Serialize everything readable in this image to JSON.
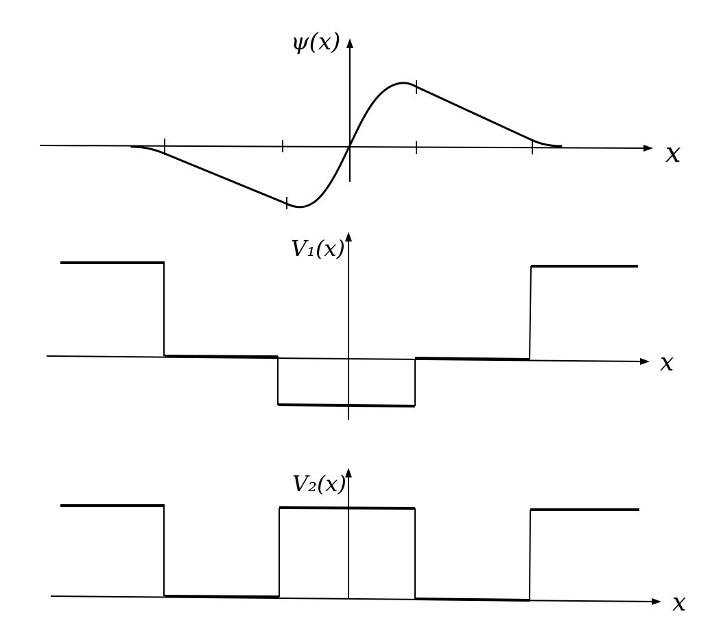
{
  "panels": {
    "psi": {
      "ylabel": "ψ(x)",
      "xlabel": "x"
    },
    "v1": {
      "ylabel": "V₁(x)",
      "xlabel": "x"
    },
    "v2": {
      "ylabel": "V₂(x)",
      "xlabel": "x"
    }
  }
}
